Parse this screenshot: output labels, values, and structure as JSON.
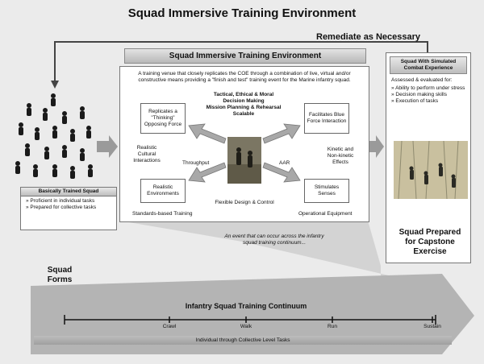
{
  "title": "Squad Immersive Training Environment",
  "remediate": "Remediate as Necessary",
  "middle": {
    "header": "Squad Immersive Training Environment",
    "description": "A training venue that closely replicates the COE through a combination of live, virtual and/or constructive means providing a \"finish and test\" training event for the Marine infantry squad.",
    "center_lines": [
      "Tactical, Ethical & Moral",
      "Decision Making",
      "Mission Planning & Rehearsal",
      "Scalable"
    ],
    "boxes": {
      "top_left": "Replicates a \"Thinking\" Opposing Force",
      "top_right": "Facilitates Blue Force Interaction",
      "bottom_left": "Realistic Environments",
      "bottom_right": "Stimulates Senses"
    },
    "labels": {
      "realistic_cultural": "Realistic Cultural Interactions",
      "throughput": "Throughput",
      "aar": "AAR",
      "kinetic": "Kinetic and Non-kinetic Effects",
      "standards": "Standards-based Training",
      "operational": "Operational Equipment",
      "flexible": "Flexible Design & Control"
    }
  },
  "left_box": {
    "header": "Basically Trained Squad",
    "items": [
      "Proficient in individual tasks",
      "Prepared for collective tasks"
    ]
  },
  "right_box": {
    "header": "Squad With Simulated Combat Experience",
    "intro": "Assessed & evaluated for:",
    "items": [
      "Ability to perform under stress",
      "Decision making skills",
      "Execution of tasks"
    ]
  },
  "note": "An event that can occur across the infantry squad training continuum...",
  "squad_forms": "Squad Forms",
  "squad_prepared": "Squad Prepared for Capstone Exercise",
  "continuum": {
    "title": "Infantry Squad Training Continuum",
    "ticks": [
      "Crawl",
      "Walk",
      "Run",
      "Sustain"
    ],
    "bottom_bar": "Individual through Collective Level Tasks"
  },
  "colors": {
    "background": "#ebebeb",
    "header_gray": "#c4c4c4",
    "arrow_gray": "#9a9a9a",
    "band_gray": "#b4b4b4",
    "soldier": "#1a1a1a"
  }
}
